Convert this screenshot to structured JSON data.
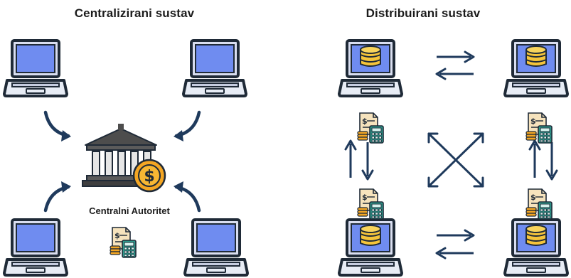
{
  "centralized": {
    "title": "Centralizirani sustav",
    "authority_label": "Centralni Autoritet"
  },
  "distributed": {
    "title": "Distribuirani sustav"
  },
  "colors": {
    "outline": "#1f2a37",
    "screen": "#6f8cf0",
    "laptop_body": "#e7ecf5",
    "arrow": "#1f3a5c",
    "coin": "#f4a623",
    "database": "#f5c43a",
    "calculator": "#2f9e8f"
  }
}
